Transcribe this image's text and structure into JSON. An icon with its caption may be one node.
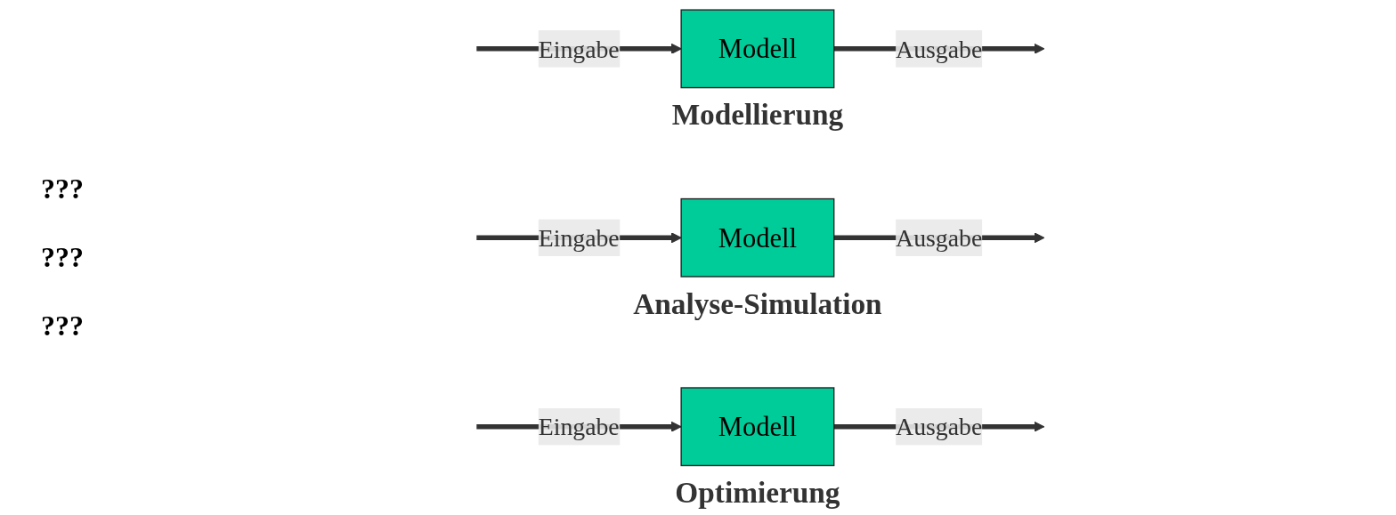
{
  "diagram": {
    "nodes": [
      {
        "text": [
          "Modell"
        ],
        "beside": [
          "Modellierung"
        ]
      },
      {
        "text": [
          "Modell"
        ],
        "beside": [
          "Analyse-Simulation"
        ]
      },
      {
        "text": [
          "Modell"
        ],
        "beside": [
          "Optimierung"
        ]
      }
    ],
    "edges": [
      {
        "from": null,
        "to": 0,
        "arrow": "to",
        "label": "Eingabe"
      },
      {
        "from": 0,
        "to": null,
        "arrow": "to",
        "label": "Ausgabe"
      },
      {
        "from": null,
        "to": 1,
        "arrow": "to",
        "label": "Eingabe"
      },
      {
        "from": 1,
        "to": null,
        "arrow": "to",
        "label": "Ausgabe"
      },
      {
        "from": null,
        "to": 2,
        "arrow": "to",
        "label": "Eingabe"
      },
      {
        "from": 2,
        "to": null,
        "arrow": "to",
        "label": "Ausgabe"
      }
    ],
    "labels": [
      "???",
      "???",
      "???"
    ]
  }
}
